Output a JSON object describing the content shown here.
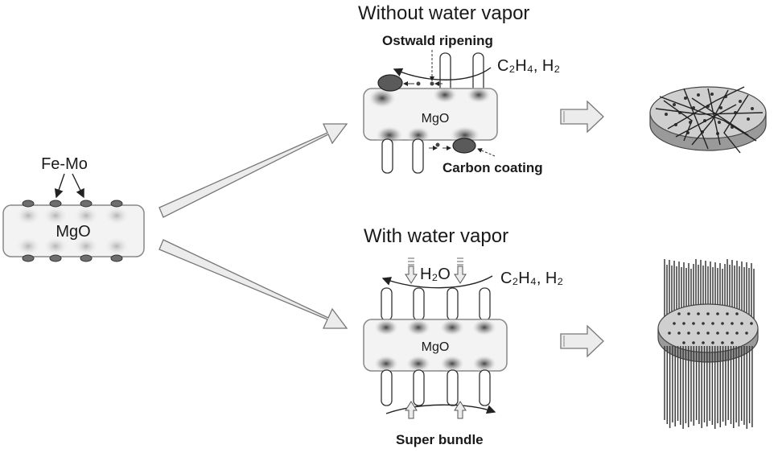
{
  "labels": {
    "catalyst": "Fe-Mo",
    "substrate": "MgO",
    "no_vapor_title": "Without water vapor",
    "ostwald": "Ostwald ripening",
    "gas": "C₂H₄, H₂",
    "carbon_coating": "Carbon coating",
    "vapor_title": "With water vapor",
    "water": "H₂O",
    "super_bundle": "Super bundle"
  },
  "colors": {
    "particle": "#6e6e6e",
    "substrate_fill": "#f3f3f3",
    "arrow_fill": "#ececec",
    "disc_fill": "#cfcfcf",
    "line": "#333333"
  }
}
